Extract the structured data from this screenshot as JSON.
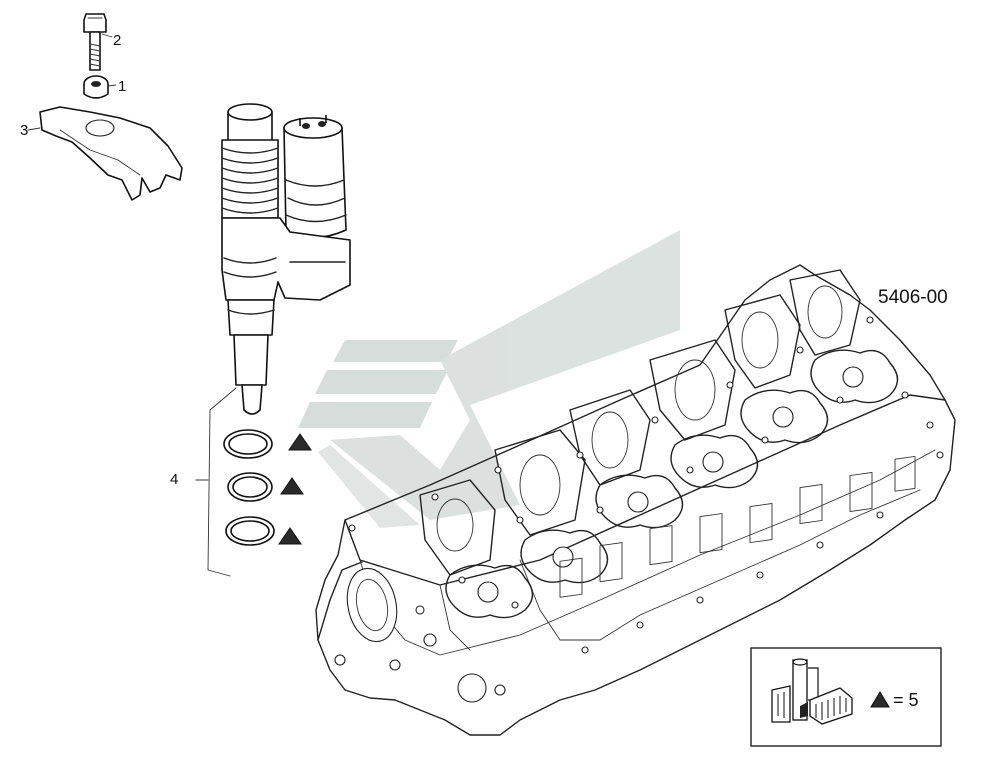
{
  "diagram": {
    "drawing_code": "5406-00",
    "callouts": [
      {
        "id": "washer",
        "number": "1"
      },
      {
        "id": "screw",
        "number": "2"
      },
      {
        "id": "bracket",
        "number": "3"
      },
      {
        "id": "seal-rings",
        "number": "4"
      }
    ],
    "kit_legend": {
      "equals_text": "= 5",
      "triangle_icon": "triangle-marker-icon"
    },
    "watermark_icon": "brand-logo-watermark"
  }
}
